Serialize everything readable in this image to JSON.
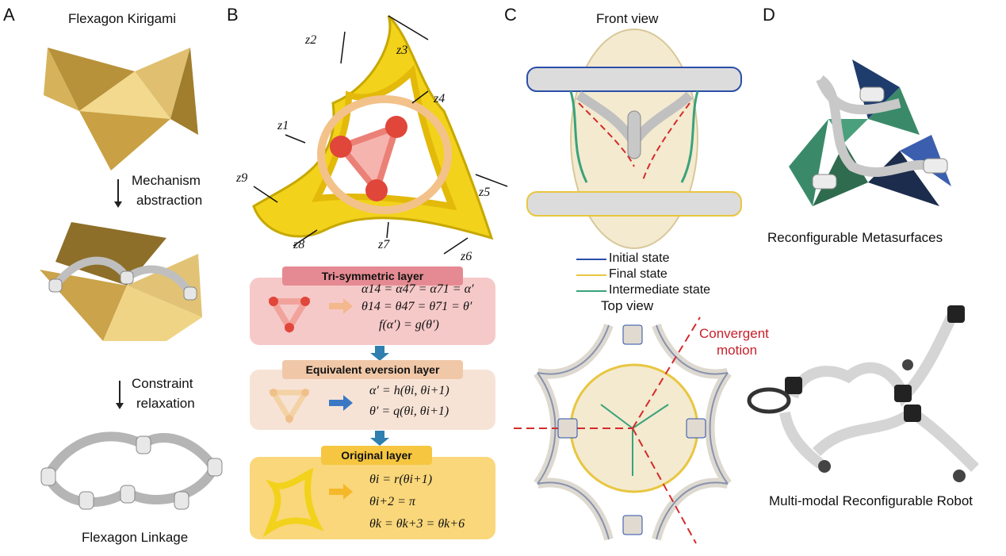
{
  "panels": {
    "a": {
      "letter": "A",
      "title": "Flexagon Kirigami",
      "step1": [
        "Mechanism",
        "abstraction"
      ],
      "step2": [
        "Constraint",
        "relaxation"
      ],
      "bottom": "Flexagon Linkage"
    },
    "b": {
      "letter": "B",
      "axes": [
        "z1",
        "z2",
        "z3",
        "z4",
        "z5",
        "z6",
        "z7",
        "z8",
        "z9"
      ],
      "layers": [
        {
          "header": "Tri-symmetric layer",
          "equations": [
            "α14 = α47 = α71 = α′",
            "θ14 = θ47 = θ71 = θ′",
            "f(α′) = g(θ′)"
          ]
        },
        {
          "header": "Equivalent eversion layer",
          "equations": [
            "α′ = h(θi, θi+1)",
            "θ′ = q(θi, θi+1)"
          ]
        },
        {
          "header": "Original layer",
          "equations": [
            "θi = r(θi+1)",
            "θi+2 = π",
            "θk = θk+3 = θk+6"
          ]
        }
      ]
    },
    "c": {
      "letter": "C",
      "front_view": "Front view",
      "top_view": "Top view",
      "legend": [
        {
          "label": "Initial state",
          "color": "#2b4fa8"
        },
        {
          "label": "Final state",
          "color": "#e8c640"
        },
        {
          "label": "Intermediate state",
          "color": "#3aa27a"
        }
      ],
      "annotation": [
        "Convergent",
        "motion"
      ]
    },
    "d": {
      "letter": "D",
      "caption_top": "Reconfigurable Metasurfaces",
      "caption_bottom": "Multi-modal Reconfigurable Robot"
    }
  },
  "colors": {
    "gold": "#c9a43a",
    "yellow": "#f2d21b",
    "red": "#e0463a",
    "pink_box": "#f6c9c9",
    "pink_header": "#e58a92",
    "peach_box": "#f7e3d6",
    "peach_header": "#f0c8a8",
    "yellow_box": "#f9d77a",
    "yellow_header": "#f6c640",
    "arrow_blue": "#2f7fb0",
    "dash_red": "#d42b2b"
  }
}
